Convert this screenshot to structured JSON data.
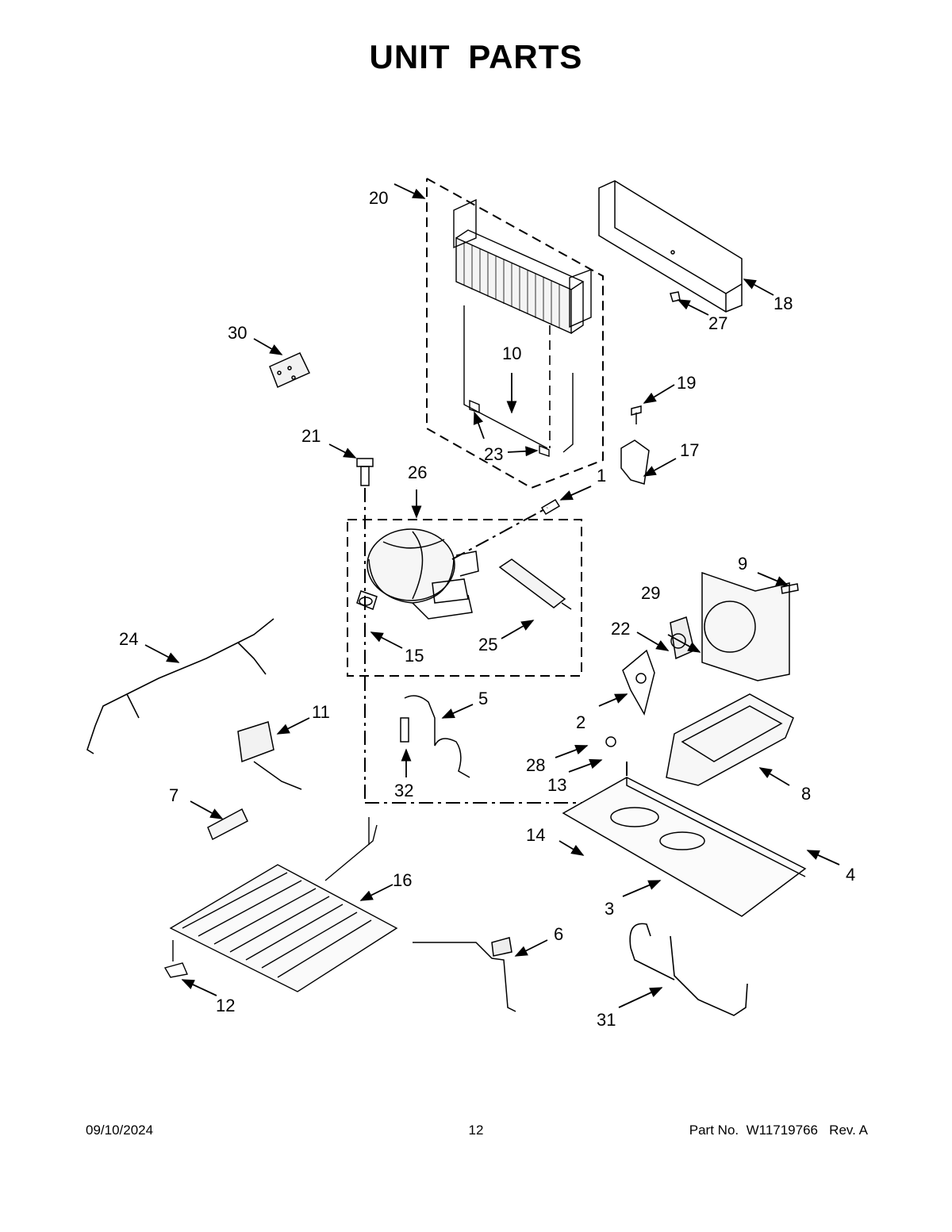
{
  "title": "UNIT PARTS",
  "callouts": [
    "20",
    "18",
    "27",
    "30",
    "10",
    "19",
    "21",
    "23",
    "17",
    "26",
    "1",
    "9",
    "29",
    "22",
    "24",
    "15",
    "25",
    "5",
    "11",
    "2",
    "28",
    "13",
    "8",
    "32",
    "7",
    "14",
    "4",
    "16",
    "3",
    "6",
    "12",
    "31"
  ],
  "footer": {
    "date": "09/10/2024",
    "page": "12",
    "part_label": "Part No.",
    "part_number": "W11719766",
    "revision": "Rev. A"
  }
}
